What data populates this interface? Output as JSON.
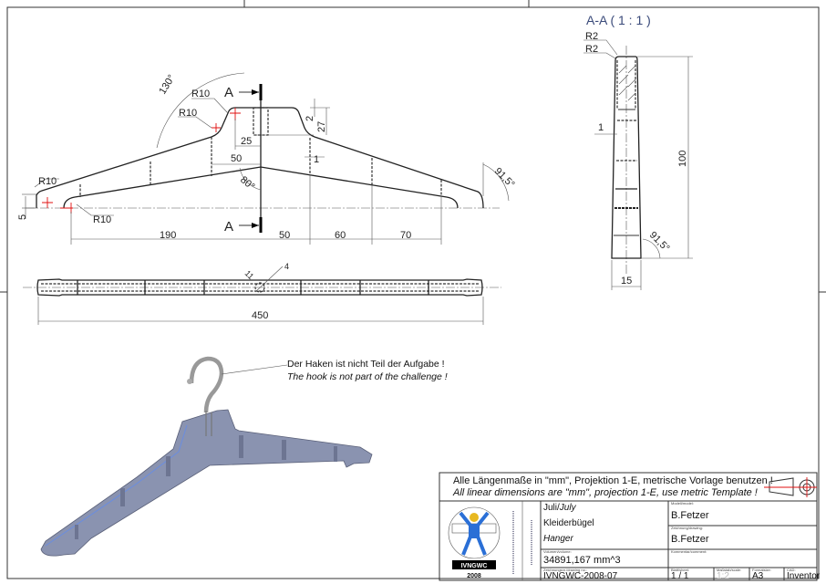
{
  "front_view": {
    "section_marker": "A",
    "dimensions": {
      "angle_top": "130°",
      "angle_center": "80°",
      "angle_end": "91,5°",
      "radius_1": "R10",
      "radius_2": "R10",
      "radius_3": "R10",
      "radius_4": "R10",
      "offset_25": "25",
      "width_50_top": "50",
      "thickness_1": "1",
      "height_2": "2",
      "height_27": "27",
      "height_5": "5",
      "length_190": "190",
      "length_50": "50",
      "length_60": "60",
      "length_70": "70"
    }
  },
  "top_view": {
    "length_450": "450",
    "dim_11": "11",
    "dim_4": "4"
  },
  "section_view": {
    "title": "A-A ( 1 : 1 )",
    "radius_1": "R2",
    "radius_2": "R2",
    "wall_1": "1",
    "height_100": "100",
    "width_15": "15",
    "angle": "91,5°"
  },
  "note": {
    "de": "Der Haken ist nicht Teil der Aufgabe !",
    "en": "The hook is not part of the challenge !"
  },
  "title_block": {
    "header_de": "Alle Längenmaße in \"mm\", Projektion 1-E, metrische Vorlage benutzen !",
    "header_en": "All linear dimensions are \"mm\", projection 1-E, use metric Template !",
    "logo_text": "IVNGWC",
    "logo_year": "2008",
    "month": "Juli/",
    "month_en": "July",
    "name_de": "Kleiderbügel",
    "name_en": "Hanger",
    "volume_label": "Volumen/volume:",
    "volume": "34891,167 mm^3",
    "drawing_no_label": "Zeichnungsnr./drawing no.:",
    "drawing_no": "IVNGWC-2008-07",
    "model_label": "Modell/model:",
    "model": "B.Fetzer",
    "drawing_label": "Zeichnung/drawing:",
    "drawing": "B.Fetzer",
    "comment_label": "Kommentar/comment:",
    "sheet_label": "Blatt/sheet:",
    "sheet": "1 / 1",
    "scale_label": "Maßstab/scale:",
    "scale": "1:2",
    "format_label": "Formatsize:",
    "format": "A3",
    "cad_label": "CAD:",
    "cad": "Inventor"
  },
  "colors": {
    "line": "#222222",
    "center_mark": "#e01010",
    "section_title": "#3a4a7a",
    "model_fill": "#8a93b0"
  }
}
